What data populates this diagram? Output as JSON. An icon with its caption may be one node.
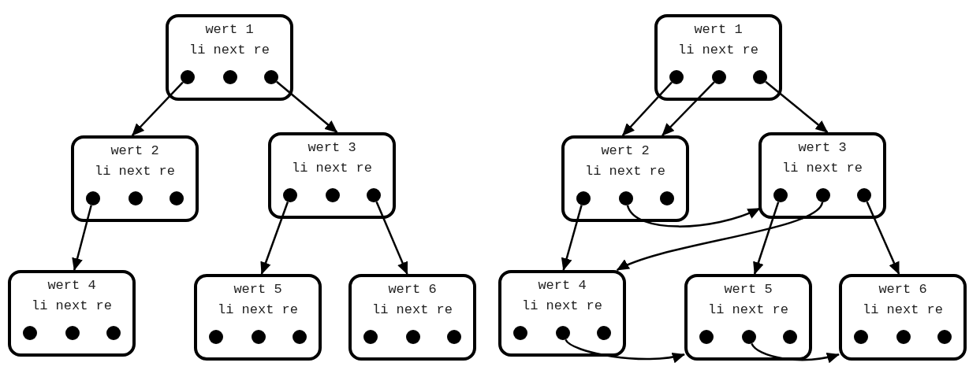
{
  "diagram": {
    "nodes": [
      {
        "text": [
          "wert 1",
          "li next re"
        ]
      },
      {
        "text": [],
        "shape": "circle",
        "in": 0
      },
      {
        "text": [],
        "shape": "circle",
        "in": 0
      },
      {
        "text": [],
        "shape": "circle",
        "in": 0
      },
      {
        "text": [
          "wert 2",
          "li next re"
        ]
      },
      {
        "text": [],
        "shape": "circle",
        "in": 4
      },
      {
        "text": [],
        "shape": "circle",
        "in": 4
      },
      {
        "text": [],
        "shape": "circle",
        "in": 4
      },
      {
        "text": [
          "wert 3",
          "li next re"
        ]
      },
      {
        "text": [],
        "shape": "circle",
        "in": 8
      },
      {
        "text": [],
        "shape": "circle",
        "in": 8
      },
      {
        "text": [],
        "shape": "circle",
        "in": 8
      },
      {
        "text": [
          "wert 4",
          "li next re"
        ]
      },
      {
        "text": [],
        "shape": "circle",
        "in": 12
      },
      {
        "text": [],
        "shape": "circle",
        "in": 12
      },
      {
        "text": [],
        "shape": "circle",
        "in": 12
      },
      {
        "text": [
          "wert 5",
          "li next re"
        ]
      },
      {
        "text": [],
        "shape": "circle",
        "in": 16
      },
      {
        "text": [],
        "shape": "circle",
        "in": 16
      },
      {
        "text": [],
        "shape": "circle",
        "in": 16
      },
      {
        "text": [
          "wert 6",
          "li next re"
        ]
      },
      {
        "text": [],
        "shape": "circle",
        "in": 20
      },
      {
        "text": [],
        "shape": "circle",
        "in": 20
      },
      {
        "text": [],
        "shape": "circle",
        "in": 20
      },
      {
        "text": [
          "wert 1",
          "li next re"
        ]
      },
      {
        "text": [],
        "shape": "circle",
        "in": 24
      },
      {
        "text": [],
        "shape": "circle",
        "in": 24
      },
      {
        "text": [],
        "shape": "circle",
        "in": 24
      },
      {
        "text": [
          "wert 2",
          "li next re"
        ]
      },
      {
        "text": [],
        "shape": "circle",
        "in": 28
      },
      {
        "text": [],
        "shape": "circle",
        "in": 28
      },
      {
        "text": [],
        "shape": "circle",
        "in": 28
      },
      {
        "text": [
          "wert 3",
          "li next re"
        ]
      },
      {
        "text": [],
        "shape": "circle",
        "in": 32
      },
      {
        "text": [],
        "shape": "circle",
        "in": 32
      },
      {
        "text": [],
        "shape": "circle",
        "in": 32
      },
      {
        "text": [
          "wert 4",
          "li next re"
        ]
      },
      {
        "text": [],
        "shape": "circle",
        "in": 36
      },
      {
        "text": [],
        "shape": "circle",
        "in": 36
      },
      {
        "text": [],
        "shape": "circle",
        "in": 36
      },
      {
        "text": [
          "wert 5",
          "li next re"
        ]
      },
      {
        "text": [],
        "shape": "circle",
        "in": 40
      },
      {
        "text": [],
        "shape": "circle",
        "in": 40
      },
      {
        "text": [],
        "shape": "circle",
        "in": 40
      },
      {
        "text": [
          "wert 6",
          "li next re"
        ]
      },
      {
        "text": [],
        "shape": "circle",
        "in": 44
      },
      {
        "text": [],
        "shape": "circle",
        "in": 44
      },
      {
        "text": [],
        "shape": "circle",
        "in": 44
      }
    ],
    "edges": [
      {
        "from": 1,
        "to": 4,
        "arrow": "to"
      },
      {
        "from": 3,
        "to": 8,
        "arrow": "to"
      },
      {
        "from": 5,
        "to": 12,
        "arrow": "to"
      },
      {
        "from": 9,
        "to": 16,
        "arrow": "to"
      },
      {
        "from": 11,
        "to": 20,
        "arrow": "to"
      },
      {
        "from": 25,
        "to": 28,
        "arrow": "to"
      },
      {
        "from": 26,
        "to": 28,
        "arrow": "to"
      },
      {
        "from": 27,
        "to": 32,
        "arrow": "to"
      },
      {
        "from": 29,
        "to": 36,
        "arrow": "to"
      },
      {
        "from": 30,
        "to": 32,
        "arrow": "to"
      },
      {
        "from": 33,
        "to": 40,
        "arrow": "to"
      },
      {
        "from": 34,
        "to": 36,
        "arrow": "to"
      },
      {
        "from": 35,
        "to": 44,
        "arrow": "to"
      },
      {
        "from": 38,
        "to": 40,
        "arrow": "to"
      },
      {
        "from": 42,
        "to": 44,
        "arrow": "to"
      }
    ]
  }
}
